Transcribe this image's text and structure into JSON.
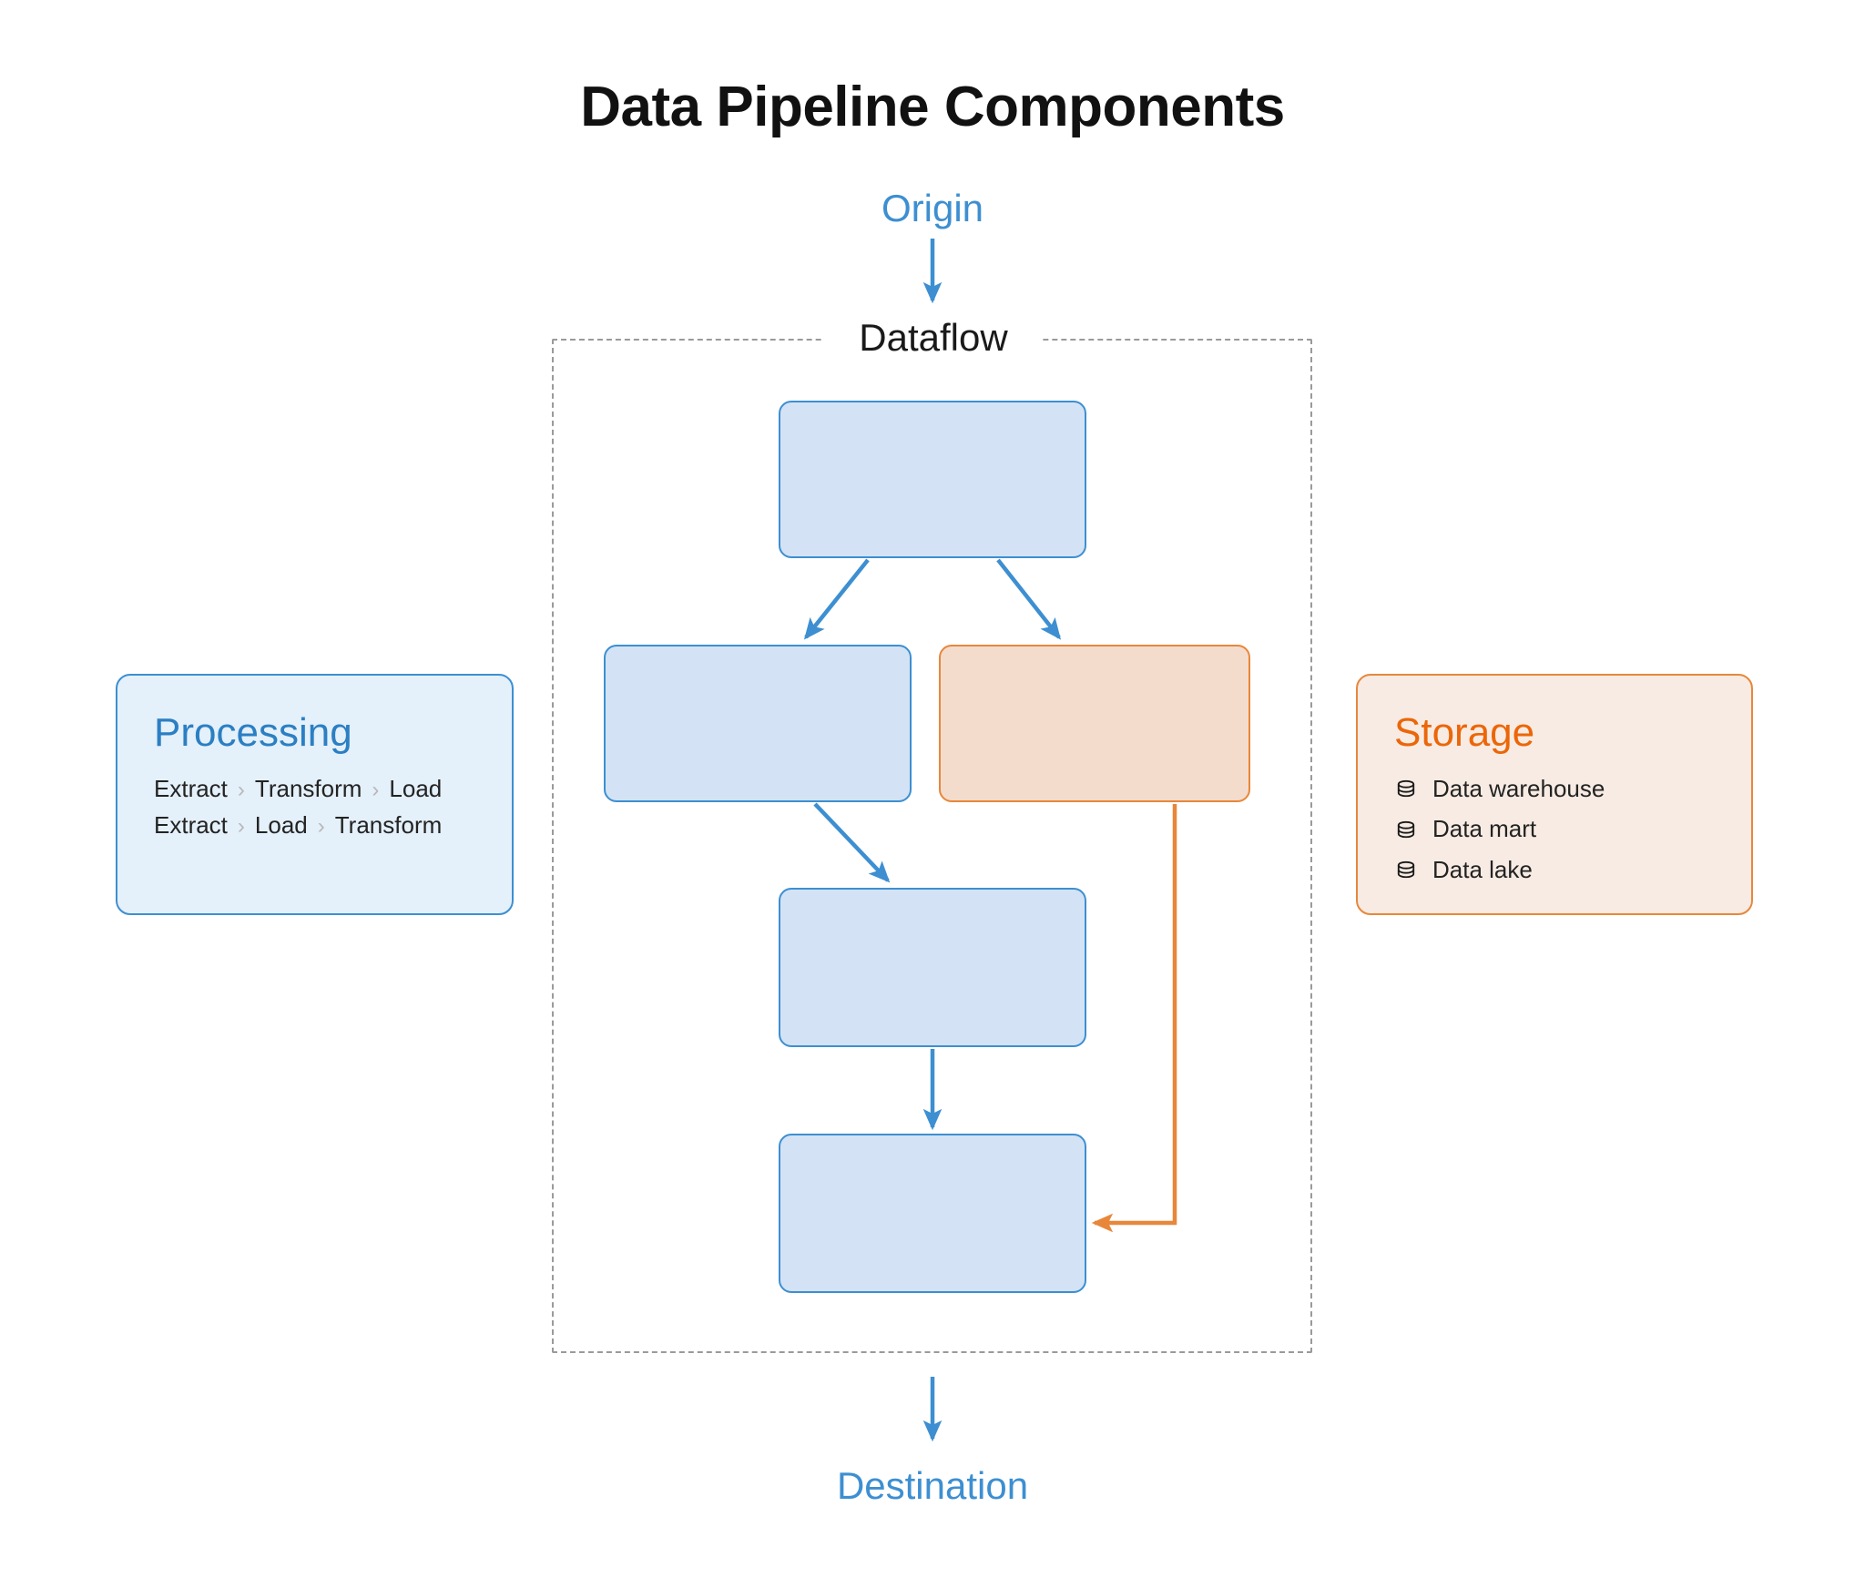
{
  "title": "Data Pipeline Components",
  "endpoints": {
    "origin": "Origin",
    "destination": "Destination"
  },
  "dataflow": {
    "title": "Dataflow",
    "nodes": [
      {
        "id": "node-1",
        "label": "",
        "color": "blue"
      },
      {
        "id": "node-2",
        "label": "",
        "color": "blue"
      },
      {
        "id": "node-3",
        "label": "",
        "color": "orange"
      },
      {
        "id": "node-4",
        "label": "",
        "color": "blue"
      },
      {
        "id": "node-5",
        "label": "",
        "color": "blue"
      }
    ]
  },
  "processing": {
    "heading": "Processing",
    "chevron": "›",
    "pipelines": [
      {
        "steps": [
          "Extract",
          "Transform",
          "Load"
        ]
      },
      {
        "steps": [
          "Extract",
          "Load",
          "Transform"
        ]
      }
    ]
  },
  "storage": {
    "heading": "Storage",
    "items": [
      {
        "icon": "database-icon",
        "label": "Data warehouse"
      },
      {
        "icon": "database-icon",
        "label": "Data mart"
      },
      {
        "icon": "database-icon",
        "label": "Data lake"
      }
    ]
  },
  "colors": {
    "blue_accent": "#3d8fd1",
    "blue_heading": "#2b7fc3",
    "blue_fill": "#d3e3f5",
    "blue_card_fill": "#e4f0fa",
    "orange_accent": "#e8873a",
    "orange_heading": "#ec6608",
    "orange_fill": "#f4dccd",
    "orange_card_fill": "#f7ebe3",
    "container_border": "#9a9a9a",
    "text": "#232323",
    "title": "#111111"
  }
}
